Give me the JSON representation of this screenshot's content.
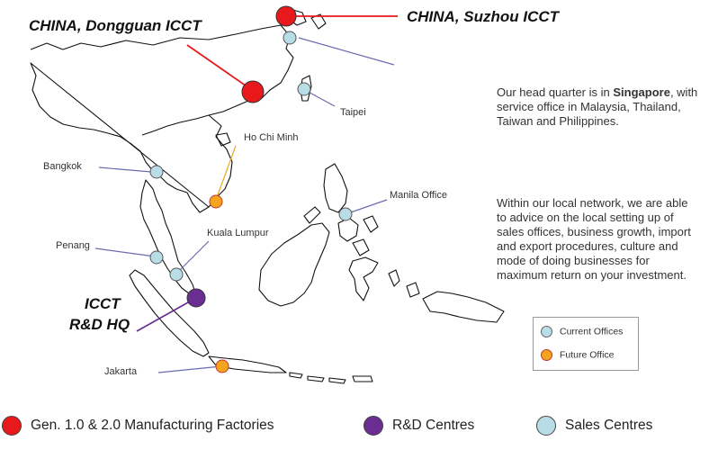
{
  "labels": {
    "dongguan": "CHINA, Dongguan ICCT",
    "suzhou": "CHINA, Suzhou ICCT",
    "taipei": "Taipei",
    "ho_chi_minh": "Ho Chi Minh",
    "bangkok": "Bangkok",
    "manila": "Manila Office",
    "kuala_lumpur": "Kuala Lumpur",
    "penang": "Penang",
    "icct_line1": "ICCT",
    "icct_line2": "R&D HQ",
    "jakarta": "Jakarta"
  },
  "info": {
    "para1_prefix": "Our head quarter is in ",
    "para1_bold": "Singapore",
    "para1_suffix": ", with service office in Malaysia, Thailand, Taiwan and Philippines.",
    "para2": "Within our local network, we are able to advice on the local setting up of sales offices,  business growth, import and export procedures, culture and mode of doing businesses for maximum return on your investment."
  },
  "legend_small": {
    "current": "Current Offices",
    "future": "Future Office"
  },
  "legend_bottom": {
    "manufacturing": "Gen. 1.0 & 2.0 Manufacturing  Factories",
    "rnd": "R&D Centres",
    "sales": "Sales Centres"
  },
  "colors": {
    "manufacturing": "#e8191b",
    "rnd": "#6a2d92",
    "sales": "#b9dde6",
    "future": "#f6a31d"
  }
}
